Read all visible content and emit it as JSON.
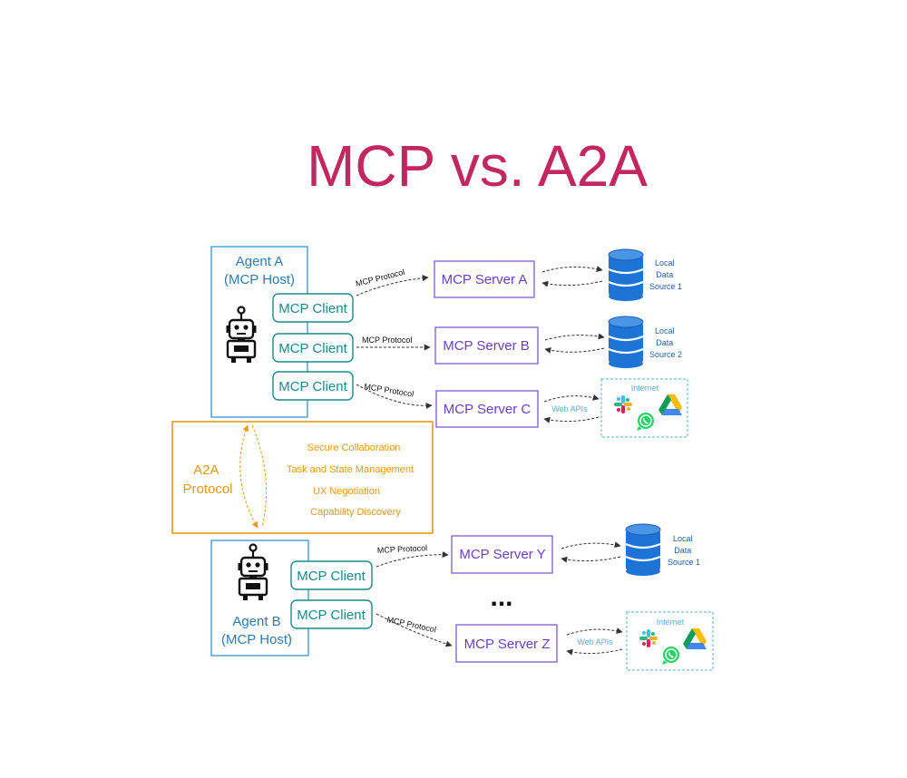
{
  "title": "MCP vs. A2A",
  "colors": {
    "title": "#c2285f",
    "agent": "#2b7bb9",
    "client": "#1a8a8a",
    "server": "#6a3fc8",
    "a2a": "#e89a16",
    "db": "#1e73d6",
    "internet": "#5aaedc",
    "arrow": "#333333"
  },
  "agent_a": {
    "title": "Agent A",
    "subtitle": "(MCP Host)",
    "robot_icon": "robot-icon",
    "clients": [
      "MCP Client",
      "MCP Client",
      "MCP Client"
    ]
  },
  "agent_b": {
    "title": "Agent B",
    "subtitle": "(MCP Host)",
    "robot_icon": "robot-icon",
    "clients": [
      "MCP Client",
      "MCP Client"
    ]
  },
  "protocol_label": "MCP Protocol",
  "servers": {
    "a": "MCP Server A",
    "b": "MCP Server B",
    "c": "MCP Server C",
    "y": "MCP Server Y",
    "z": "MCP Server Z"
  },
  "data_sources": {
    "a": [
      "Local",
      "Data",
      "Source 1"
    ],
    "b": [
      "Local",
      "Data",
      "Source 2"
    ],
    "y": [
      "Local",
      "Data",
      "Source 1"
    ]
  },
  "internet": {
    "label": "Internet",
    "web_apis": "Web APIs",
    "icons": [
      "slack-icon",
      "google-drive-icon",
      "whatsapp-icon"
    ]
  },
  "a2a": {
    "title_line1": "A2A",
    "title_line2": "Protocol",
    "features": [
      "Secure Collaboration",
      "Task and State Management",
      "UX Negotiation",
      "Capability Discovery"
    ]
  },
  "ellipsis": "..."
}
